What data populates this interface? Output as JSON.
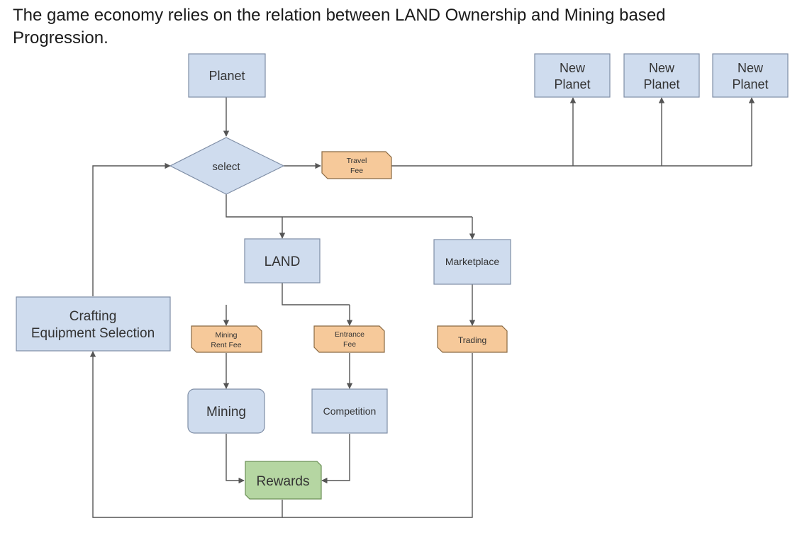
{
  "intro": {
    "line1": "The game economy relies on the relation between LAND Ownership and Mining based",
    "line2": "Progression."
  },
  "colors": {
    "process_fill": "#cfdcee",
    "process_stroke": "#7f8ea6",
    "fee_fill": "#f6c99a",
    "fee_stroke": "#8a6a43",
    "rewards_fill": "#b5d6a2",
    "rewards_stroke": "#6c8f57",
    "connector": "#555555"
  },
  "nodes": {
    "planet": "Planet",
    "new_planet_1": [
      "New",
      "Planet"
    ],
    "new_planet_2": [
      "New",
      "Planet"
    ],
    "new_planet_3": [
      "New",
      "Planet"
    ],
    "select": "select",
    "travel_fee": [
      "Travel",
      "Fee"
    ],
    "land": "LAND",
    "marketplace": "Marketplace",
    "crafting": [
      "Crafting",
      "Equipment Selection"
    ],
    "mining_rent_fee": [
      "Mining",
      "Rent Fee"
    ],
    "entrance_fee": [
      "Entrance",
      "Fee"
    ],
    "trading": "Trading",
    "mining": "Mining",
    "competition": "Competition",
    "rewards": "Rewards"
  }
}
